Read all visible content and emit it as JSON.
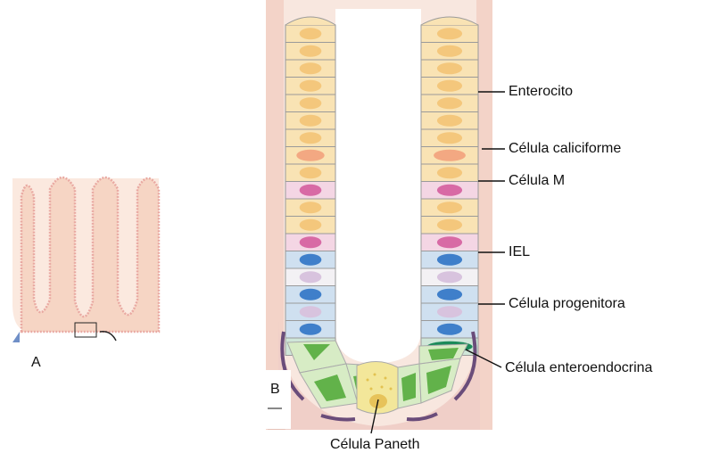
{
  "panels": {
    "a": "A",
    "b": "B"
  },
  "labels": {
    "enterocito": "Enterocito",
    "caliciforme": "Célula caliciforme",
    "celula_m": "Célula M",
    "iel": "IEL",
    "progenitora": "Célula progenitora",
    "enteroendocrina": "Célula enteroendocrina",
    "paneth": "Célula Paneth"
  },
  "colors": {
    "enterocyte": "#f9e3b4",
    "enterocyte_nucleus": "#f4c77c",
    "goblet": "#f3a882",
    "m_cell": "#f4d6e4",
    "m_nucleus": "#d86aa5",
    "iel_bg": "#cfe0f0",
    "iel_nucleus": "#3f7fca",
    "progenitor_bg": "#f3f1f4",
    "progenitor_nucleus": "#d8c3de",
    "enteroendocrine_nucleus": "#1b8a5a",
    "paneth": "#f3e79a",
    "paneth_green": "#62b24a",
    "lamina": "#f6ded6",
    "villus": "#f7d8c8"
  }
}
